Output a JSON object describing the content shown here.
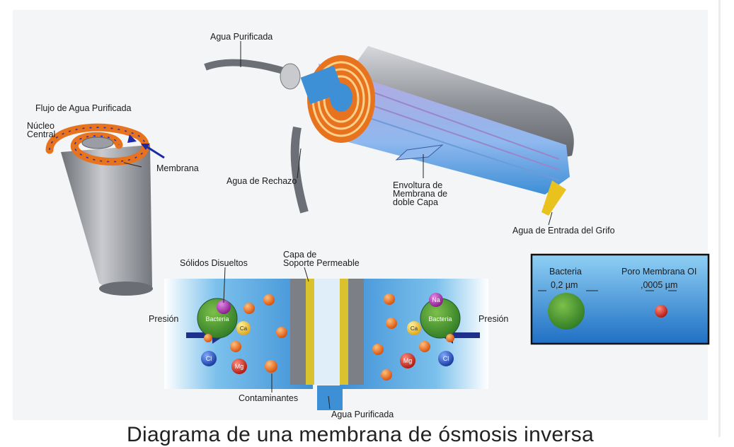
{
  "labels": {
    "agua_purificada_top": "Agua Purificada",
    "flujo": "Flujo de Agua Purificada",
    "nucleo_1": "Núcleo",
    "nucleo_2": "Central",
    "membrana": "Membrana",
    "agua_rechazo": "Agua de Rechazo",
    "envoltura_1": "Envoltura de",
    "envoltura_2": "Membrana de",
    "envoltura_3": "doble Capa",
    "agua_entrada": "Agua de Entrada del Grifo",
    "capa_1": "Capa de",
    "capa_2": "Soporte Permeable",
    "solidos": "Sólidos Disueltos",
    "presion_left": "Presión",
    "presion_right": "Presión",
    "contaminantes": "Contaminantes",
    "agua_purificada_bottom": "Agua Purificada"
  },
  "inset": {
    "bacteria_label": "Bacteria",
    "bacteria_size": "0,2 µm",
    "pore_label": "Poro Membrana OI",
    "pore_size": ",0005 µm"
  },
  "ions": {
    "mg": "Mg",
    "na": "Na",
    "ca": "Ca",
    "cl": "Cl",
    "bacteria": "Bacteria"
  },
  "caption": "Diagrama de una membrana de ósmosis inversa",
  "colors": {
    "tube_gray": "#8a8d93",
    "orange": "#e8731e",
    "water_blue": "#3d8fd6",
    "membrane_yellow": "#d9c22e",
    "inset_border": "#111111",
    "bacteria_green": "#3f8f2f",
    "pore_red": "#e0261e"
  }
}
